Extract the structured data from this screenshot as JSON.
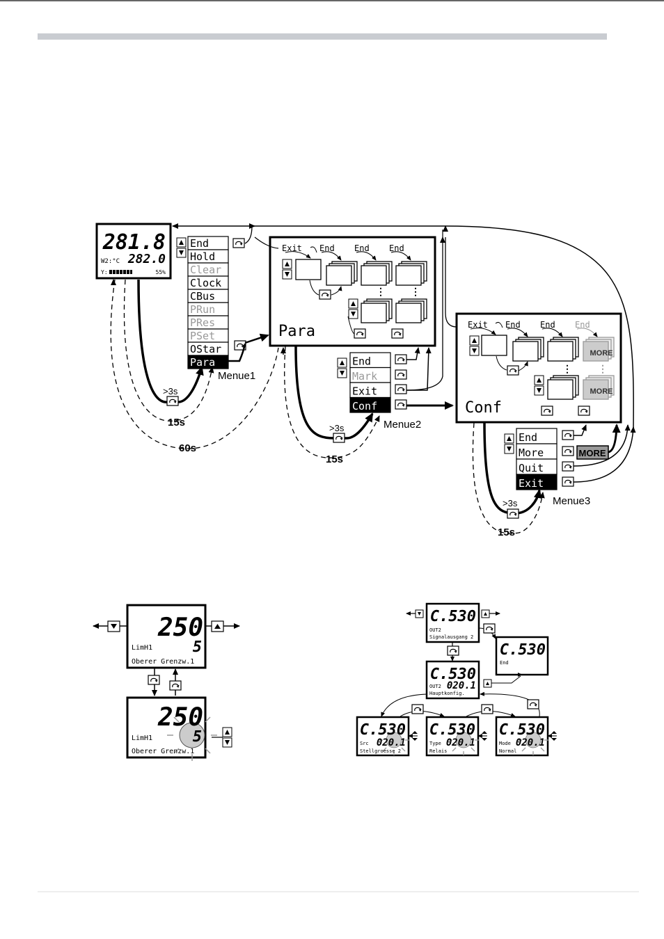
{
  "main_display": {
    "value_top": "281.8",
    "label_w2": "W2:°C",
    "value_w2": "282.0",
    "label_y": "Y:",
    "percent": "55%"
  },
  "menue1": {
    "caption": "Menue1",
    "items": [
      "End",
      "Hold",
      "Clear",
      "Clock",
      "CBus",
      "PRun",
      "PRes",
      "PSet",
      "OStar",
      "Para"
    ],
    "dimmed": [
      false,
      false,
      true,
      false,
      false,
      true,
      true,
      true,
      false,
      false
    ],
    "selected": "Para"
  },
  "para_box": {
    "title": "Para",
    "exit": "Exit",
    "end_labels": [
      "End",
      "End",
      "End"
    ]
  },
  "menue2": {
    "caption": "Menue2",
    "items": [
      "End",
      "Mark",
      "Exit",
      "Conf"
    ],
    "dimmed": [
      false,
      true,
      false,
      false
    ],
    "selected": "Conf"
  },
  "conf_box": {
    "title": "Conf",
    "exit": "Exit",
    "end_labels": [
      "End",
      "End",
      "End"
    ],
    "more": "MORE"
  },
  "menue3": {
    "caption": "Menue3",
    "items": [
      "End",
      "More",
      "Quit",
      "Exit"
    ],
    "selected": "Exit",
    "more_badge": "MORE"
  },
  "timers": {
    "t3s_1": ">3s",
    "t15s_1": "15s",
    "t60s": "60s",
    "t3s_2": ">3s",
    "t15s_2": "15s",
    "t3s_3": ">3s",
    "t15s_3": "15s"
  },
  "limit_example": {
    "value": "250",
    "param": "LimH1",
    "digit": "5",
    "description": "Oberer Grenzw.1"
  },
  "config_example": {
    "code": "C.530",
    "top_name": "OUT2",
    "top_desc": "Signalausgang 2",
    "end_label": "End",
    "mid_name": "OUT2",
    "mid_value": "020.1",
    "mid_desc": "Hauptkonfig.",
    "bottom": [
      {
        "name": "Src",
        "value": "020.1",
        "desc": "Stellgroesse 2"
      },
      {
        "name": "Type",
        "value": "020.1",
        "desc": "Relais"
      },
      {
        "name": "Mode",
        "value": "020.1",
        "desc": "Normal"
      }
    ]
  }
}
